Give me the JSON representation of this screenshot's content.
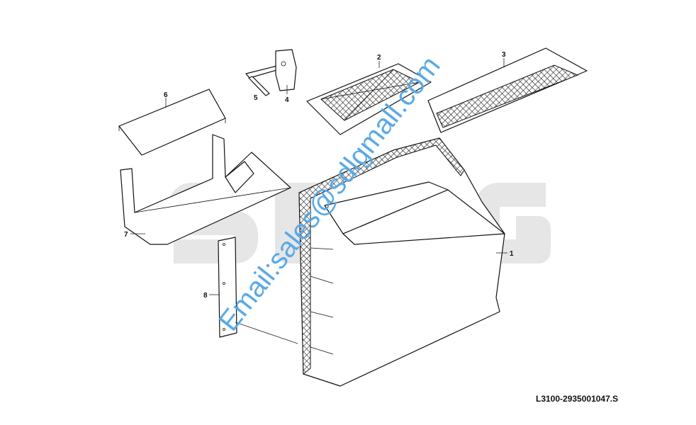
{
  "drawing_code": "L3100-2935001047.S",
  "watermark_logo": "SDLG",
  "watermark_email": "Email:sales@sdlgmall.com",
  "callouts": [
    "1",
    "2",
    "3",
    "4",
    "5",
    "6",
    "7",
    "8"
  ]
}
